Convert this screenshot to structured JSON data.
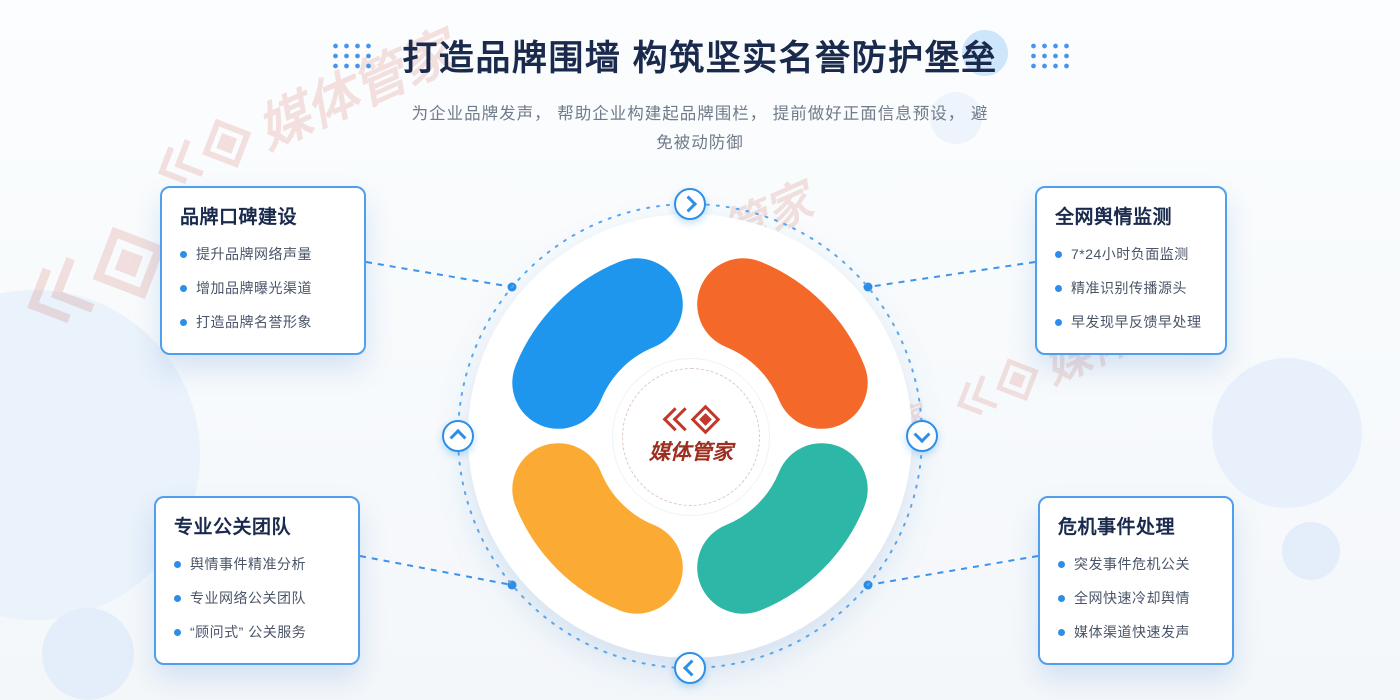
{
  "header": {
    "title": "打造品牌围墙 构筑坚实名誉防护堡垒",
    "subtitle": "为企业品牌发声， 帮助企业构建起品牌围栏， 提前做好正面信息预设， 避免被动防御"
  },
  "cards": {
    "top_left": {
      "title": "品牌口碑建设",
      "items": [
        "提升品牌网络声量",
        "增加品牌曝光渠道",
        "打造品牌名誉形象"
      ]
    },
    "top_right": {
      "title": "全网舆情监测",
      "items": [
        "7*24小时负面监测",
        "精准识别传播源头",
        "早发现早反馈早处理"
      ]
    },
    "bottom_left": {
      "title": "专业公关团队",
      "items": [
        "舆情事件精准分析",
        "专业网络公关团队",
        "“顾问式” 公关服务"
      ]
    },
    "bottom_right": {
      "title": "危机事件处理",
      "items": [
        "突发事件危机公关",
        "全网快速冷却舆情",
        "媒体渠道快速发声"
      ]
    }
  },
  "center": {
    "logo_text": "媒体管家"
  },
  "watermark": {
    "text": "媒体管家"
  },
  "colors": {
    "arc_blue": "#1e96ee",
    "arc_orange": "#f4692a",
    "arc_yellow": "#fbab33",
    "arc_teal": "#2cb7a6",
    "accent_blue": "#2d8ee8",
    "title_dark": "#1a2a4d"
  }
}
